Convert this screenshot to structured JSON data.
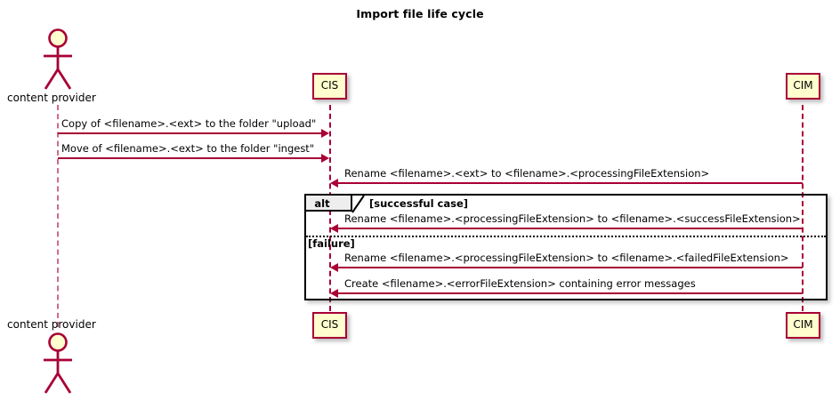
{
  "diagram": {
    "title": "Import file life cycle",
    "type": "uml-sequence-diagram",
    "colors": {
      "accent": "#A80036",
      "participant_fill": "#FEFECE",
      "lifeline_actor": "#D06A86",
      "fragment_border": "#000000",
      "fragment_tab_fill": "#EEEEEE",
      "actor_head_fill": "#FEFECE",
      "background": "#FFFFFF"
    }
  },
  "participants": [
    {
      "id": "actor",
      "name": "content provider",
      "kind": "actor",
      "top_label": "content provider",
      "bottom_label": "content provider"
    },
    {
      "id": "cis",
      "name": "CIS",
      "kind": "box",
      "top_label": "CIS",
      "bottom_label": "CIS"
    },
    {
      "id": "cim",
      "name": "CIM",
      "kind": "box",
      "top_label": "CIM",
      "bottom_label": "CIM"
    }
  ],
  "messages": [
    {
      "index": 0,
      "from": "actor",
      "to": "cis",
      "direction": "right",
      "label": "Copy of <filename>.<ext> to the folder \"upload\""
    },
    {
      "index": 1,
      "from": "actor",
      "to": "cis",
      "direction": "right",
      "label": "Move of <filename>.<ext> to the folder \"ingest\""
    },
    {
      "index": 2,
      "from": "cim",
      "to": "cis",
      "direction": "left",
      "label": "Rename <filename>.<ext> to <filename>.<processingFileExtension>"
    },
    {
      "index": 3,
      "from": "cim",
      "to": "cis",
      "direction": "left",
      "label": "Rename <filename>.<processingFileExtension> to <filename>.<successFileExtension>"
    },
    {
      "index": 4,
      "from": "cim",
      "to": "cis",
      "direction": "left",
      "label": "Rename <filename>.<processingFileExtension> to <filename>.<failedFileExtension>"
    },
    {
      "index": 5,
      "from": "cim",
      "to": "cis",
      "direction": "left",
      "label": "Create <filename>.<errorFileExtension> containing error messages"
    }
  ],
  "fragment": {
    "operator": "alt",
    "guards": [
      {
        "index": 0,
        "label": "[successful case]"
      },
      {
        "index": 1,
        "label": "[failure]"
      }
    ]
  }
}
